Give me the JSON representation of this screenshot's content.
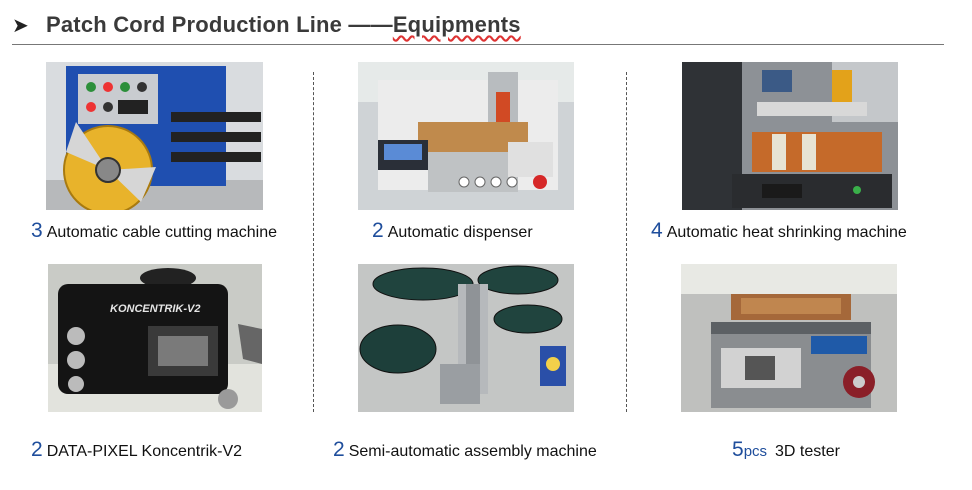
{
  "header": {
    "bullet_icon": "arrowhead-bullet-icon",
    "title_main": "Patch Cord Production Line ——",
    "title_tail": "Equipments"
  },
  "items": [
    {
      "qty": "3",
      "label": "Automatic  cable cutting machine"
    },
    {
      "qty": "2",
      "label": "Automatic  dispenser"
    },
    {
      "qty": "4",
      "label": "Automatic  heat shrinking machine"
    },
    {
      "qty": "2",
      "label": "DATA-PIXEL Koncentrik-V2"
    },
    {
      "qty": "2",
      "label": "Semi-automatic  assembly machine"
    },
    {
      "qty": "5",
      "unit": "pcs",
      "label": "3D tester"
    }
  ],
  "photo_texts": {
    "koncentrik": "KONCENTRIK-V2"
  }
}
